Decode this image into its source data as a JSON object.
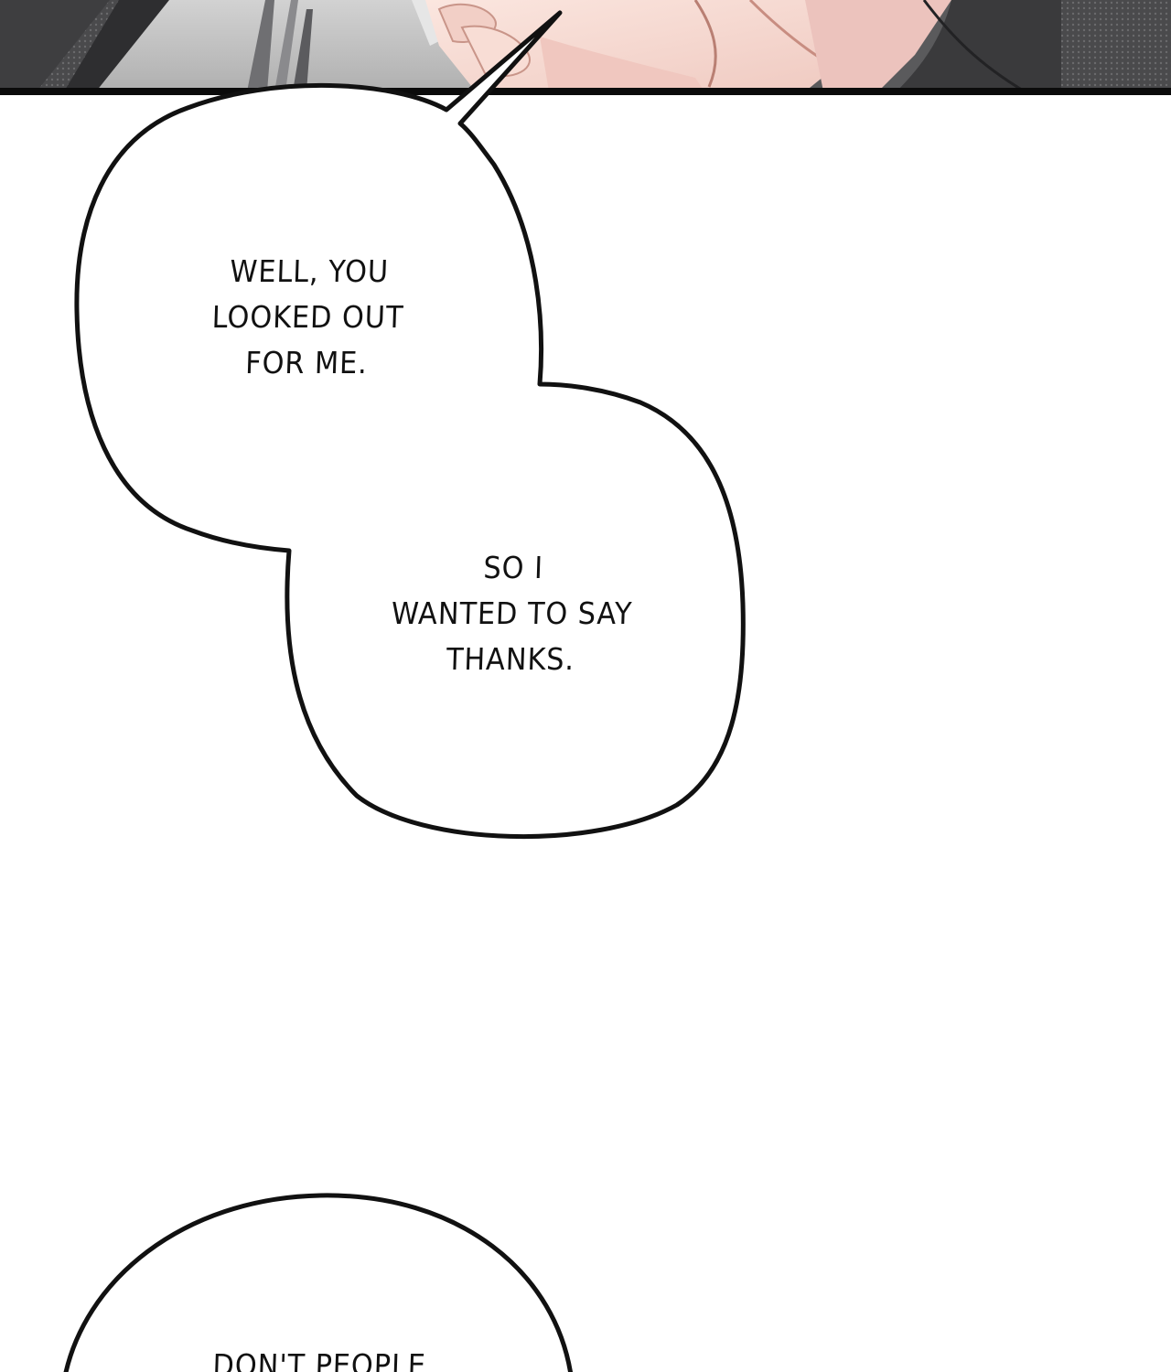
{
  "panel_top": {
    "colors": {
      "gutter_border": "#0b0b0b",
      "floor_light": "#bcbcbc",
      "floor_mid": "#a8a8a8",
      "skin": "#f7dcd4",
      "skin_shadow": "#e8b7ae",
      "dark_hair": "#3a3a3c",
      "shirt_pink": "#ecc3bd"
    }
  },
  "bubbles": [
    {
      "lines": [
        "WELL, YOU",
        "LOOKED OUT",
        "FOR ME."
      ]
    },
    {
      "lines": [
        "SO I",
        "WANTED TO SAY",
        "THANKS."
      ]
    },
    {
      "lines": [
        "DON'T PEOPLE"
      ]
    }
  ],
  "colors": {
    "page_background": "#ffffff",
    "bubble_fill": "#ffffff",
    "bubble_outline": "#111111",
    "text": "#111111"
  }
}
